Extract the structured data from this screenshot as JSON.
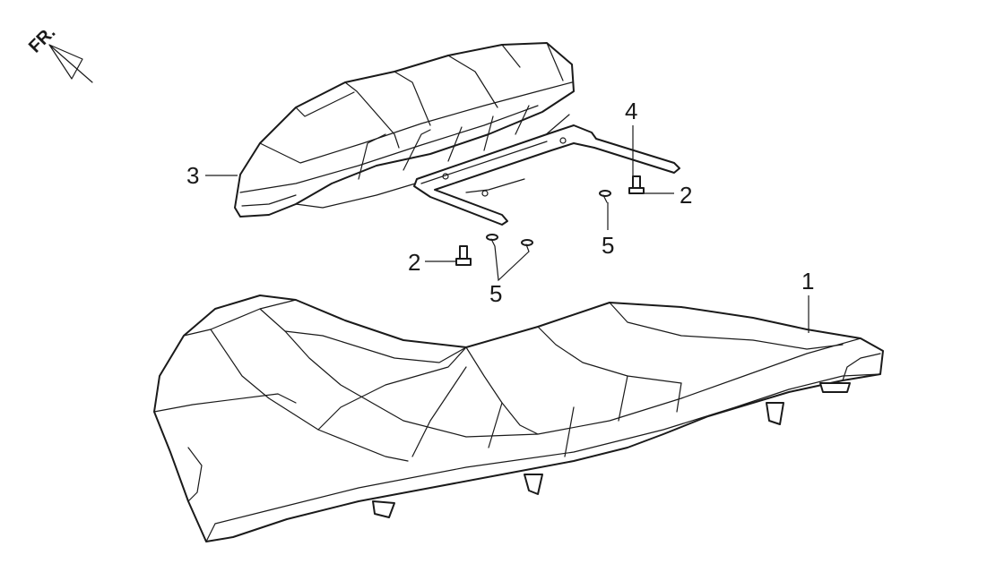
{
  "orientation_marker": {
    "label": "FR."
  },
  "callouts": [
    {
      "id": "c1",
      "text": "1"
    },
    {
      "id": "c2a",
      "text": "2"
    },
    {
      "id": "c2b",
      "text": "2"
    },
    {
      "id": "c3",
      "text": "3"
    },
    {
      "id": "c4",
      "text": "4"
    },
    {
      "id": "c5a",
      "text": "5"
    },
    {
      "id": "c5b",
      "text": "5"
    }
  ]
}
